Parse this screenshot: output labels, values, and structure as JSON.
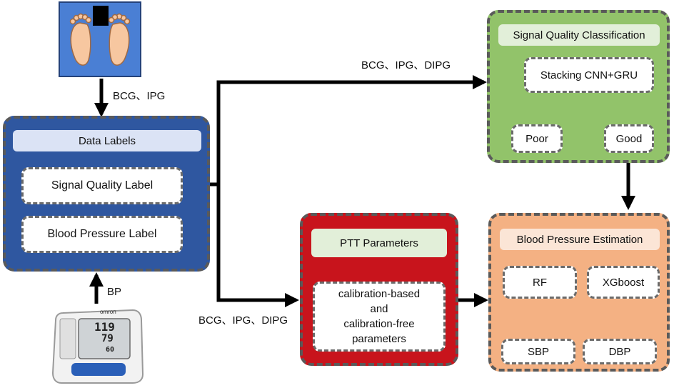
{
  "arrows": {
    "scale_to_labels": "BCG、IPG",
    "to_classification": "BCG、IPG、DIPG",
    "to_ptt": "BCG、IPG、DIPG",
    "cuff_to_labels": "BP"
  },
  "data_labels": {
    "title": "Data Labels",
    "signal_quality_label": "Signal Quality Label",
    "blood_pressure_label": "Blood Pressure Label"
  },
  "classification": {
    "title": "Signal Quality Classification",
    "model": "Stacking CNN+GRU",
    "poor": "Poor",
    "good": "Good"
  },
  "ptt": {
    "title": "PTT Parameters",
    "line1": "calibration-based",
    "line2": "and",
    "line3": "calibration-free",
    "line4": "parameters"
  },
  "estimation": {
    "title": "Blood Pressure Estimation",
    "rf": "RF",
    "xgboost": "XGboost",
    "sbp": "SBP",
    "dbp": "DBP"
  },
  "device": {
    "brand": "omron",
    "sys": "119",
    "dia": "79",
    "pulse": "60"
  },
  "colors": {
    "blue_panel": "#2f57a0",
    "green_panel": "#92c36a",
    "red_panel": "#c8141c",
    "orange_panel": "#f4b183",
    "scale_bg": "#4a7fd4"
  }
}
